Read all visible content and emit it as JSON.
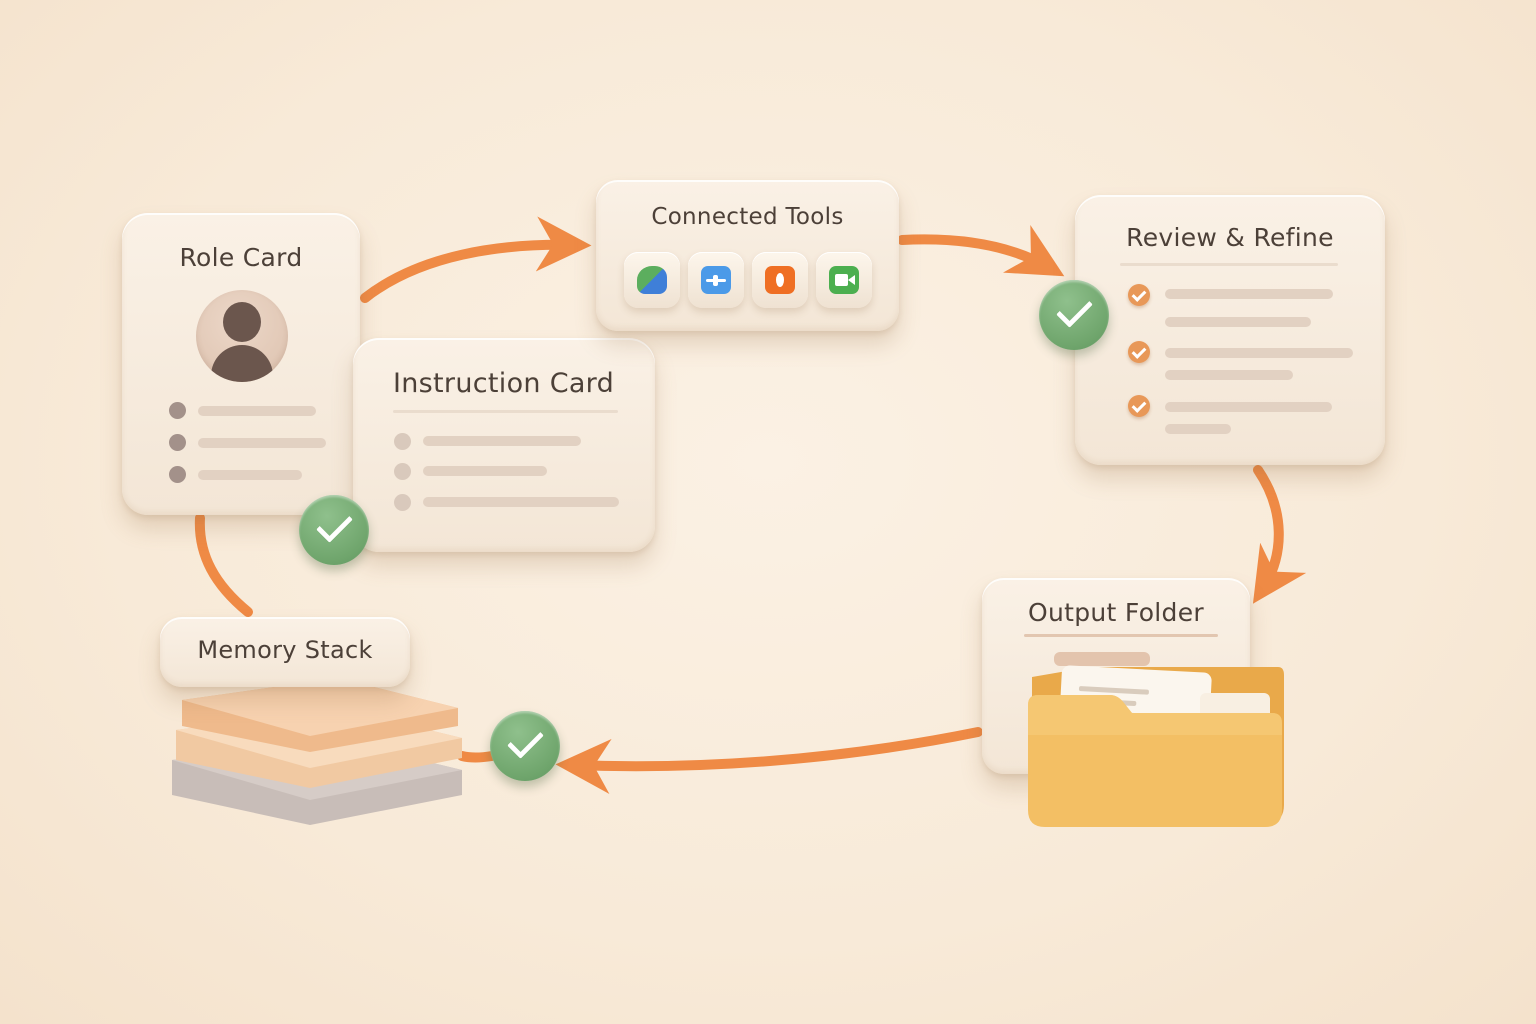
{
  "cards": {
    "role": {
      "title": "Role Card"
    },
    "instruction": {
      "title": "Instruction Card"
    },
    "tools": {
      "title": "Connected Tools",
      "icons": [
        "drive-icon",
        "settings-panel-icon",
        "orange-app-icon",
        "meet-video-icon"
      ]
    },
    "review": {
      "title": "Review & Refine"
    },
    "output": {
      "title": "Output Folder"
    },
    "memory": {
      "title": "Memory Stack"
    }
  },
  "colors": {
    "accent_arrow": "#ef8a45",
    "check_green": "#6fa56c",
    "card_bg": "#f6eadc",
    "folder": "#f3bf64",
    "tick_orange": "#e89858"
  }
}
